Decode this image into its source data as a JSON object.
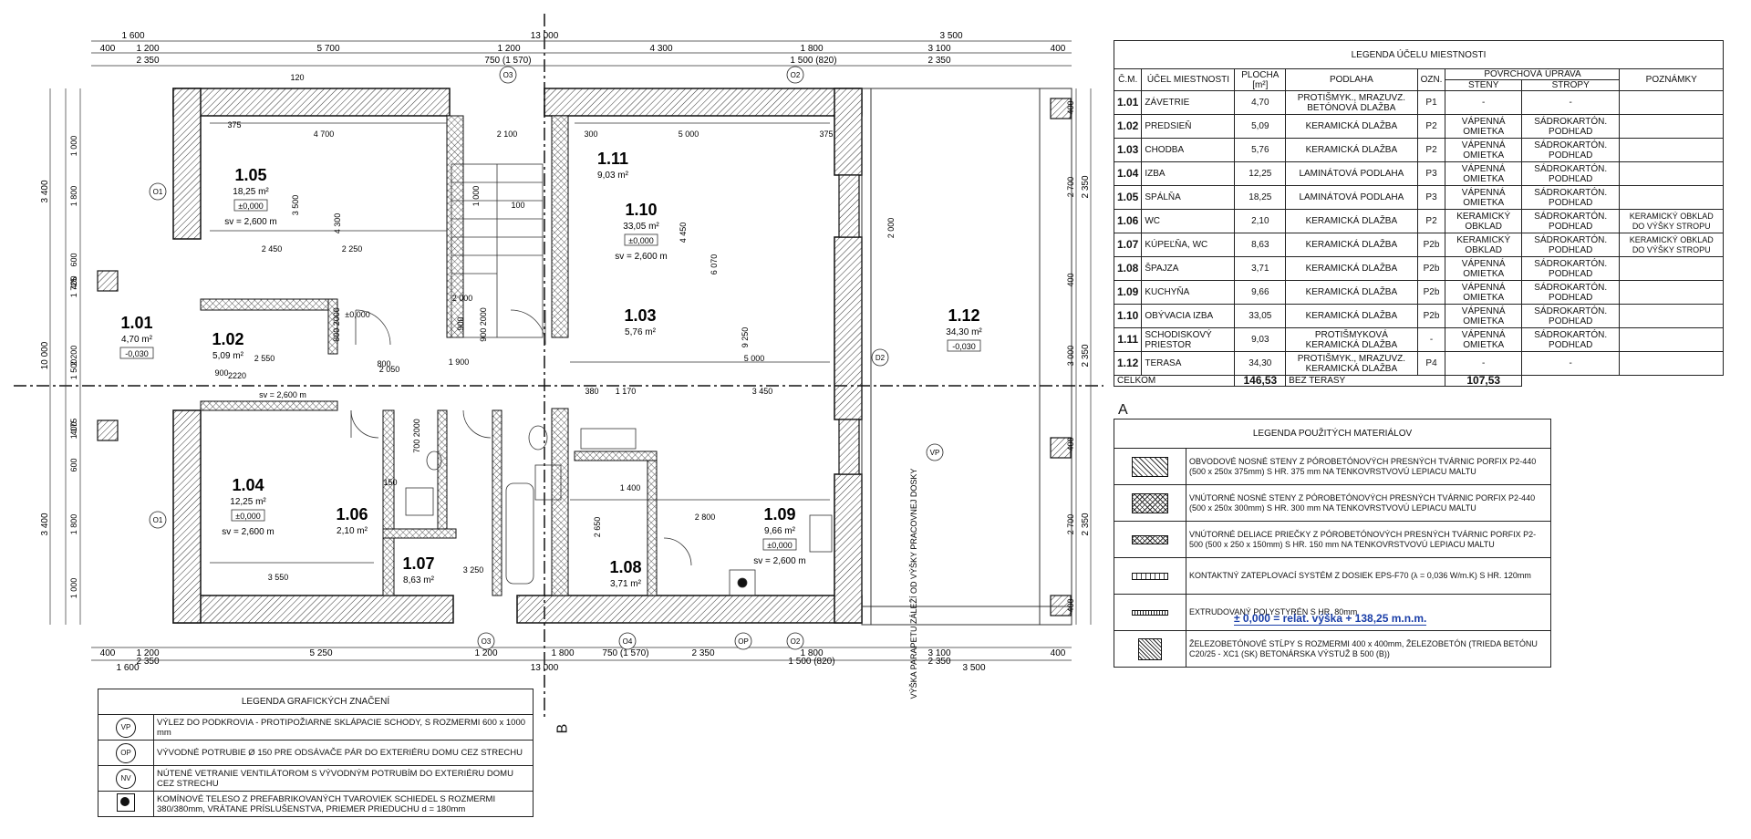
{
  "plan": {
    "rooms": [
      {
        "id": "1.01",
        "area": "4,70 m²",
        "level": "-0,030",
        "height": ""
      },
      {
        "id": "1.02",
        "area": "5,09 m²",
        "level": "",
        "height": ""
      },
      {
        "id": "1.03",
        "area": "5,76 m²",
        "level": "",
        "height": ""
      },
      {
        "id": "1.04",
        "area": "12,25 m²",
        "level": "±0,000",
        "height": "sv = 2,600 m"
      },
      {
        "id": "1.05",
        "area": "18,25 m²",
        "level": "±0,000",
        "height": "sv = 2,600 m"
      },
      {
        "id": "1.06",
        "area": "2,10 m²",
        "level": "",
        "height": ""
      },
      {
        "id": "1.07",
        "area": "8,63 m²",
        "level": "",
        "height": ""
      },
      {
        "id": "1.08",
        "area": "3,71 m²",
        "level": "",
        "height": ""
      },
      {
        "id": "1.09",
        "area": "9,66 m²",
        "level": "±0,000",
        "height": "sv = 2,600 m"
      },
      {
        "id": "1.10",
        "area": "33,05 m²",
        "level": "±0,000",
        "height": "sv = 2,600 m"
      },
      {
        "id": "1.11",
        "area": "9,03 m²",
        "level": "",
        "height": ""
      },
      {
        "id": "1.12",
        "area": "34,30 m²",
        "level": "-0,030",
        "height": ""
      }
    ],
    "dims_top1": [
      "1 600",
      "13 000",
      "3 500"
    ],
    "dims_top2": [
      "400",
      "1 200",
      "5 700",
      "1 200",
      "4 300",
      "1 800",
      "3 100",
      "400"
    ],
    "dims_top3": [
      "2 350",
      "750 (1 570)",
      "1 500 (820)",
      "2 350"
    ],
    "dims_bottom1": [
      "400",
      "1 200",
      "5 250",
      "1 200",
      "1 800",
      "750 (1 570)",
      "2 350",
      "1 800",
      "3 100",
      "400"
    ],
    "dims_bottom2": [
      "1 600",
      "2 350",
      "13 000",
      "1 500 (820)",
      "2 350",
      "3 500"
    ],
    "dims_left": [
      "1 000",
      "1 800",
      "400",
      "600",
      "1 725",
      "1 500",
      "2 200",
      "1 175",
      "400",
      "600",
      "1 800",
      "1 000"
    ],
    "dims_left_outer": [
      "3 400",
      "10 000",
      "3 400"
    ],
    "dims_right": [
      "400",
      "2 700",
      "400",
      "3 000",
      "400",
      "2 700",
      "400"
    ],
    "dims_right_outer": [
      "2 350",
      "2 350",
      "2 350"
    ],
    "interior_dims": [
      "4 700",
      "375",
      "120",
      "2 100",
      "300",
      "5 000",
      "375",
      "3 500",
      "4 300",
      "2 450",
      "2 250",
      "1 000",
      "100",
      "4 450",
      "6 070",
      "9 250",
      "2 000",
      "900",
      "2 000",
      "800",
      "1 900",
      "2 050",
      "5 000",
      "3 450",
      "1 170",
      "380",
      "2 550",
      "3 550",
      "3 250",
      "1 400",
      "2 650",
      "2 800",
      "150"
    ],
    "door_labels": [
      "800\n2000",
      "900\n2000",
      "700\n2000"
    ],
    "window_tags": [
      "O1",
      "O1",
      "O2",
      "O2",
      "O3",
      "O3",
      "O4",
      "D2",
      "OP",
      "VP"
    ],
    "other_labels": [
      "sv = 2,600 m",
      "±0,000",
      "2220",
      "900",
      "VÝŠKA PARAPETU ZÁLEŽÍ OD VÝŠKY PRACOVNEJ DOSKY"
    ]
  },
  "section_marks": {
    "a": "A",
    "b": "B"
  },
  "rooms_legend": {
    "title": "LEGENDA ÚČELU MIESTNOSTI",
    "headers": {
      "no": "Č.M.",
      "purpose": "ÚČEL MIESTNOSTI",
      "area": "PLOCHA [m²]",
      "floor": "PODLAHA",
      "mark": "OZN.",
      "surface": "POVRCHOVÁ ÚPRAVA",
      "walls": "STENY",
      "ceilings": "STROPY",
      "notes": "POZNÁMKY"
    },
    "rows": [
      {
        "no": "1.01",
        "purpose": "ZÁVETRIE",
        "area": "4,70",
        "floor": "PROTIŠMYK., MRAZUVZ. BETÓNOVÁ DLAŽBA",
        "mark": "P1",
        "walls": "-",
        "ceilings": "-",
        "notes": ""
      },
      {
        "no": "1.02",
        "purpose": "PREDSIEŇ",
        "area": "5,09",
        "floor": "KERAMICKÁ DLAŽBA",
        "mark": "P2",
        "walls": "VÁPENNÁ OMIETKA",
        "ceilings": "SÁDROKARTÓN. PODHĽAD",
        "notes": ""
      },
      {
        "no": "1.03",
        "purpose": "CHODBA",
        "area": "5,76",
        "floor": "KERAMICKÁ DLAŽBA",
        "mark": "P2",
        "walls": "VÁPENNÁ OMIETKA",
        "ceilings": "SÁDROKARTÓN. PODHĽAD",
        "notes": ""
      },
      {
        "no": "1.04",
        "purpose": "IZBA",
        "area": "12,25",
        "floor": "LAMINÁTOVÁ PODLAHA",
        "mark": "P3",
        "walls": "VÁPENNÁ OMIETKA",
        "ceilings": "SÁDROKARTÓN. PODHĽAD",
        "notes": ""
      },
      {
        "no": "1.05",
        "purpose": "SPÁLŇA",
        "area": "18,25",
        "floor": "LAMINÁTOVÁ PODLAHA",
        "mark": "P3",
        "walls": "VÁPENNÁ OMIETKA",
        "ceilings": "SÁDROKARTÓN. PODHĽAD",
        "notes": ""
      },
      {
        "no": "1.06",
        "purpose": "WC",
        "area": "2,10",
        "floor": "KERAMICKÁ DLAŽBA",
        "mark": "P2",
        "walls": "KERAMICKÝ OBKLAD",
        "ceilings": "SÁDROKARTÓN. PODHĽAD",
        "notes": "KERAMICKÝ OBKLAD DO VÝŠKY STROPU"
      },
      {
        "no": "1.07",
        "purpose": "KÚPEĽŇA, WC",
        "area": "8,63",
        "floor": "KERAMICKÁ DLAŽBA",
        "mark": "P2b",
        "walls": "KERAMICKÝ OBKLAD",
        "ceilings": "SÁDROKARTÓN. PODHĽAD",
        "notes": "KERAMICKÝ OBKLAD DO VÝŠKY STROPU"
      },
      {
        "no": "1.08",
        "purpose": "ŠPAJZA",
        "area": "3,71",
        "floor": "KERAMICKÁ DLAŽBA",
        "mark": "P2b",
        "walls": "VÁPENNÁ OMIETKA",
        "ceilings": "SÁDROKARTÓN. PODHĽAD",
        "notes": ""
      },
      {
        "no": "1.09",
        "purpose": "KUCHYŇA",
        "area": "9,66",
        "floor": "KERAMICKÁ DLAŽBA",
        "mark": "P2b",
        "walls": "VÁPENNÁ OMIETKA",
        "ceilings": "SÁDROKARTÓN. PODHĽAD",
        "notes": ""
      },
      {
        "no": "1.10",
        "purpose": "OBÝVACIA IZBA",
        "area": "33,05",
        "floor": "KERAMICKÁ DLAŽBA",
        "mark": "P2b",
        "walls": "VÁPENNÁ OMIETKA",
        "ceilings": "SÁDROKARTÓN. PODHĽAD",
        "notes": ""
      },
      {
        "no": "1.11",
        "purpose": "SCHODISKOVÝ PRIESTOR",
        "area": "9,03",
        "floor": "PROTIŠMYKOVÁ KERAMICKÁ DLAŽBA",
        "mark": "-",
        "walls": "VÁPENNÁ OMIETKA",
        "ceilings": "SÁDROKARTÓN. PODHĽAD",
        "notes": ""
      },
      {
        "no": "1.12",
        "purpose": "TERASA",
        "area": "34,30",
        "floor": "PROTIŠMYK., MRAZUVZ. KERAMICKÁ DLAŽBA",
        "mark": "P4",
        "walls": "-",
        "ceilings": "-",
        "notes": ""
      }
    ],
    "total": {
      "label": "CELKOM",
      "area": "146,53",
      "floor": "BEZ TERASY",
      "sum": "107,53"
    }
  },
  "materials_legend": {
    "title": "LEGENDA POUŽITÝCH MATERIÁLOV",
    "items": [
      "OBVODOVÉ NOSNÉ STENY Z PÓROBETÓNOVÝCH PRESNÝCH TVÁRNIC PORFIX P2-440 (500 x 250x 375mm) S HR. 375 mm NA TENKOVRSTVOVÚ LEPIACU MALTU",
      "VNÚTORNÉ NOSNÉ STENY Z PÓROBETÓNOVÝCH PRESNÝCH TVÁRNIC PORFIX P2-440 (500 x 250x 300mm) S HR. 300 mm NA TENKOVRSTVOVÚ LEPIACU MALTU",
      "VNÚTORNÉ DELIACE PRIEČKY Z PÓROBETÓNOVÝCH PRESNÝCH TVÁRNIC PORFIX P2-500 (500 x 250 x 150mm) S HR. 150 mm NA TENKOVRSTVOVÚ LEPIACU MALTU",
      "KONTAKTNÝ ZATEPLOVACÍ SYSTÉM Z DOSIEK EPS-F70 (λ = 0,036 W/m.K) S HR. 120mm",
      "EXTRUDOVANÝ POLYSTYRÉN S HR. 80mm",
      "ŽELEZOBETÓNOVÉ STĹPY S ROZMERMI 400 x 400mm, ŽELEZOBETÓN (TRIEDA BETÓNU C20/25 - XC1 (SK) BETONÁRSKA VÝSTUŽ B 500 (B))"
    ]
  },
  "reference_note": "± 0,000 = relat. výška + 138,25 m.n.m.",
  "graphics_legend": {
    "title": "LEGENDA GRAFICKÝCH ZNAČENÍ",
    "items": [
      {
        "symbol": "VP",
        "text": "VÝLEZ DO PODKROVIA - PROTIPOŽIARNE SKLÁPACIE SCHODY, S ROZMERMI 600 x 1000 mm"
      },
      {
        "symbol": "OP",
        "text": "VÝVODNÉ POTRUBIE Ø 150 PRE ODSÁVAČE PÁR DO EXTERIÉRU DOMU CEZ STRECHU"
      },
      {
        "symbol": "NV",
        "text": "NÚTENÉ VETRANIE VENTILÁTOROM S VÝVODNÝM POTRUBÍM DO EXTERIÉRU DOMU CEZ STRECHU"
      },
      {
        "symbol": "",
        "text": "KOMÍNOVÉ TELESO Z PREFABRIKOVANÝCH TVAROVIEK SCHIEDEL S ROZMERMI 380/380mm, VRÁTANE PRÍSLUŠENSTVA, PRIEMER PRIEDUCHU d = 180mm"
      }
    ]
  }
}
